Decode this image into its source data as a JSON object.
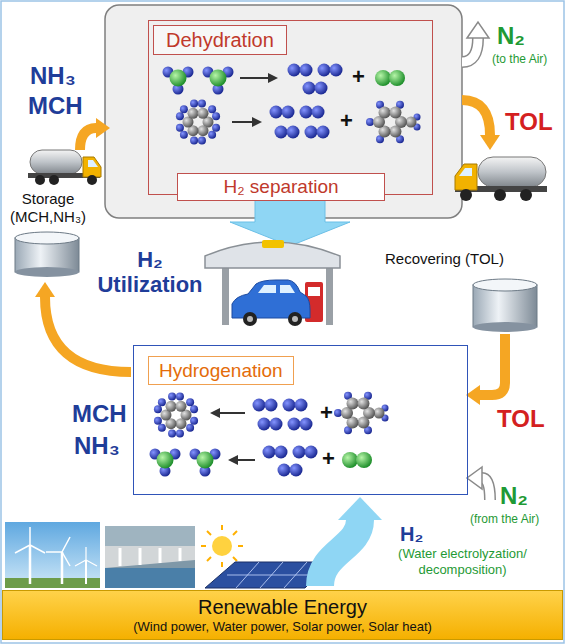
{
  "diagram": {
    "nodes": [
      {
        "text": [
          "Dehydration"
        ]
      },
      {
        "text": [
          "H₂ separation"
        ],
        "in": 0
      },
      {
        "text": [
          "Hydrogenation"
        ]
      },
      {
        "text": [
          "Renewable Energy",
          "(Wind power, Water power, Solar power, Solar heat)"
        ]
      }
    ],
    "labels": [
      "NH₃",
      "MCH",
      "N₂",
      "(to the Air)",
      "TOL",
      "Storage (MCH,NH₃)",
      "H₂ Utilization",
      "Recovering (TOL)",
      "+",
      "+",
      "MCH",
      "NH₃",
      "TOL",
      "N₂",
      "(from the Air)",
      "+",
      "+",
      "H₂",
      "(Water electrolyzation/ decomposition)"
    ]
  }
}
